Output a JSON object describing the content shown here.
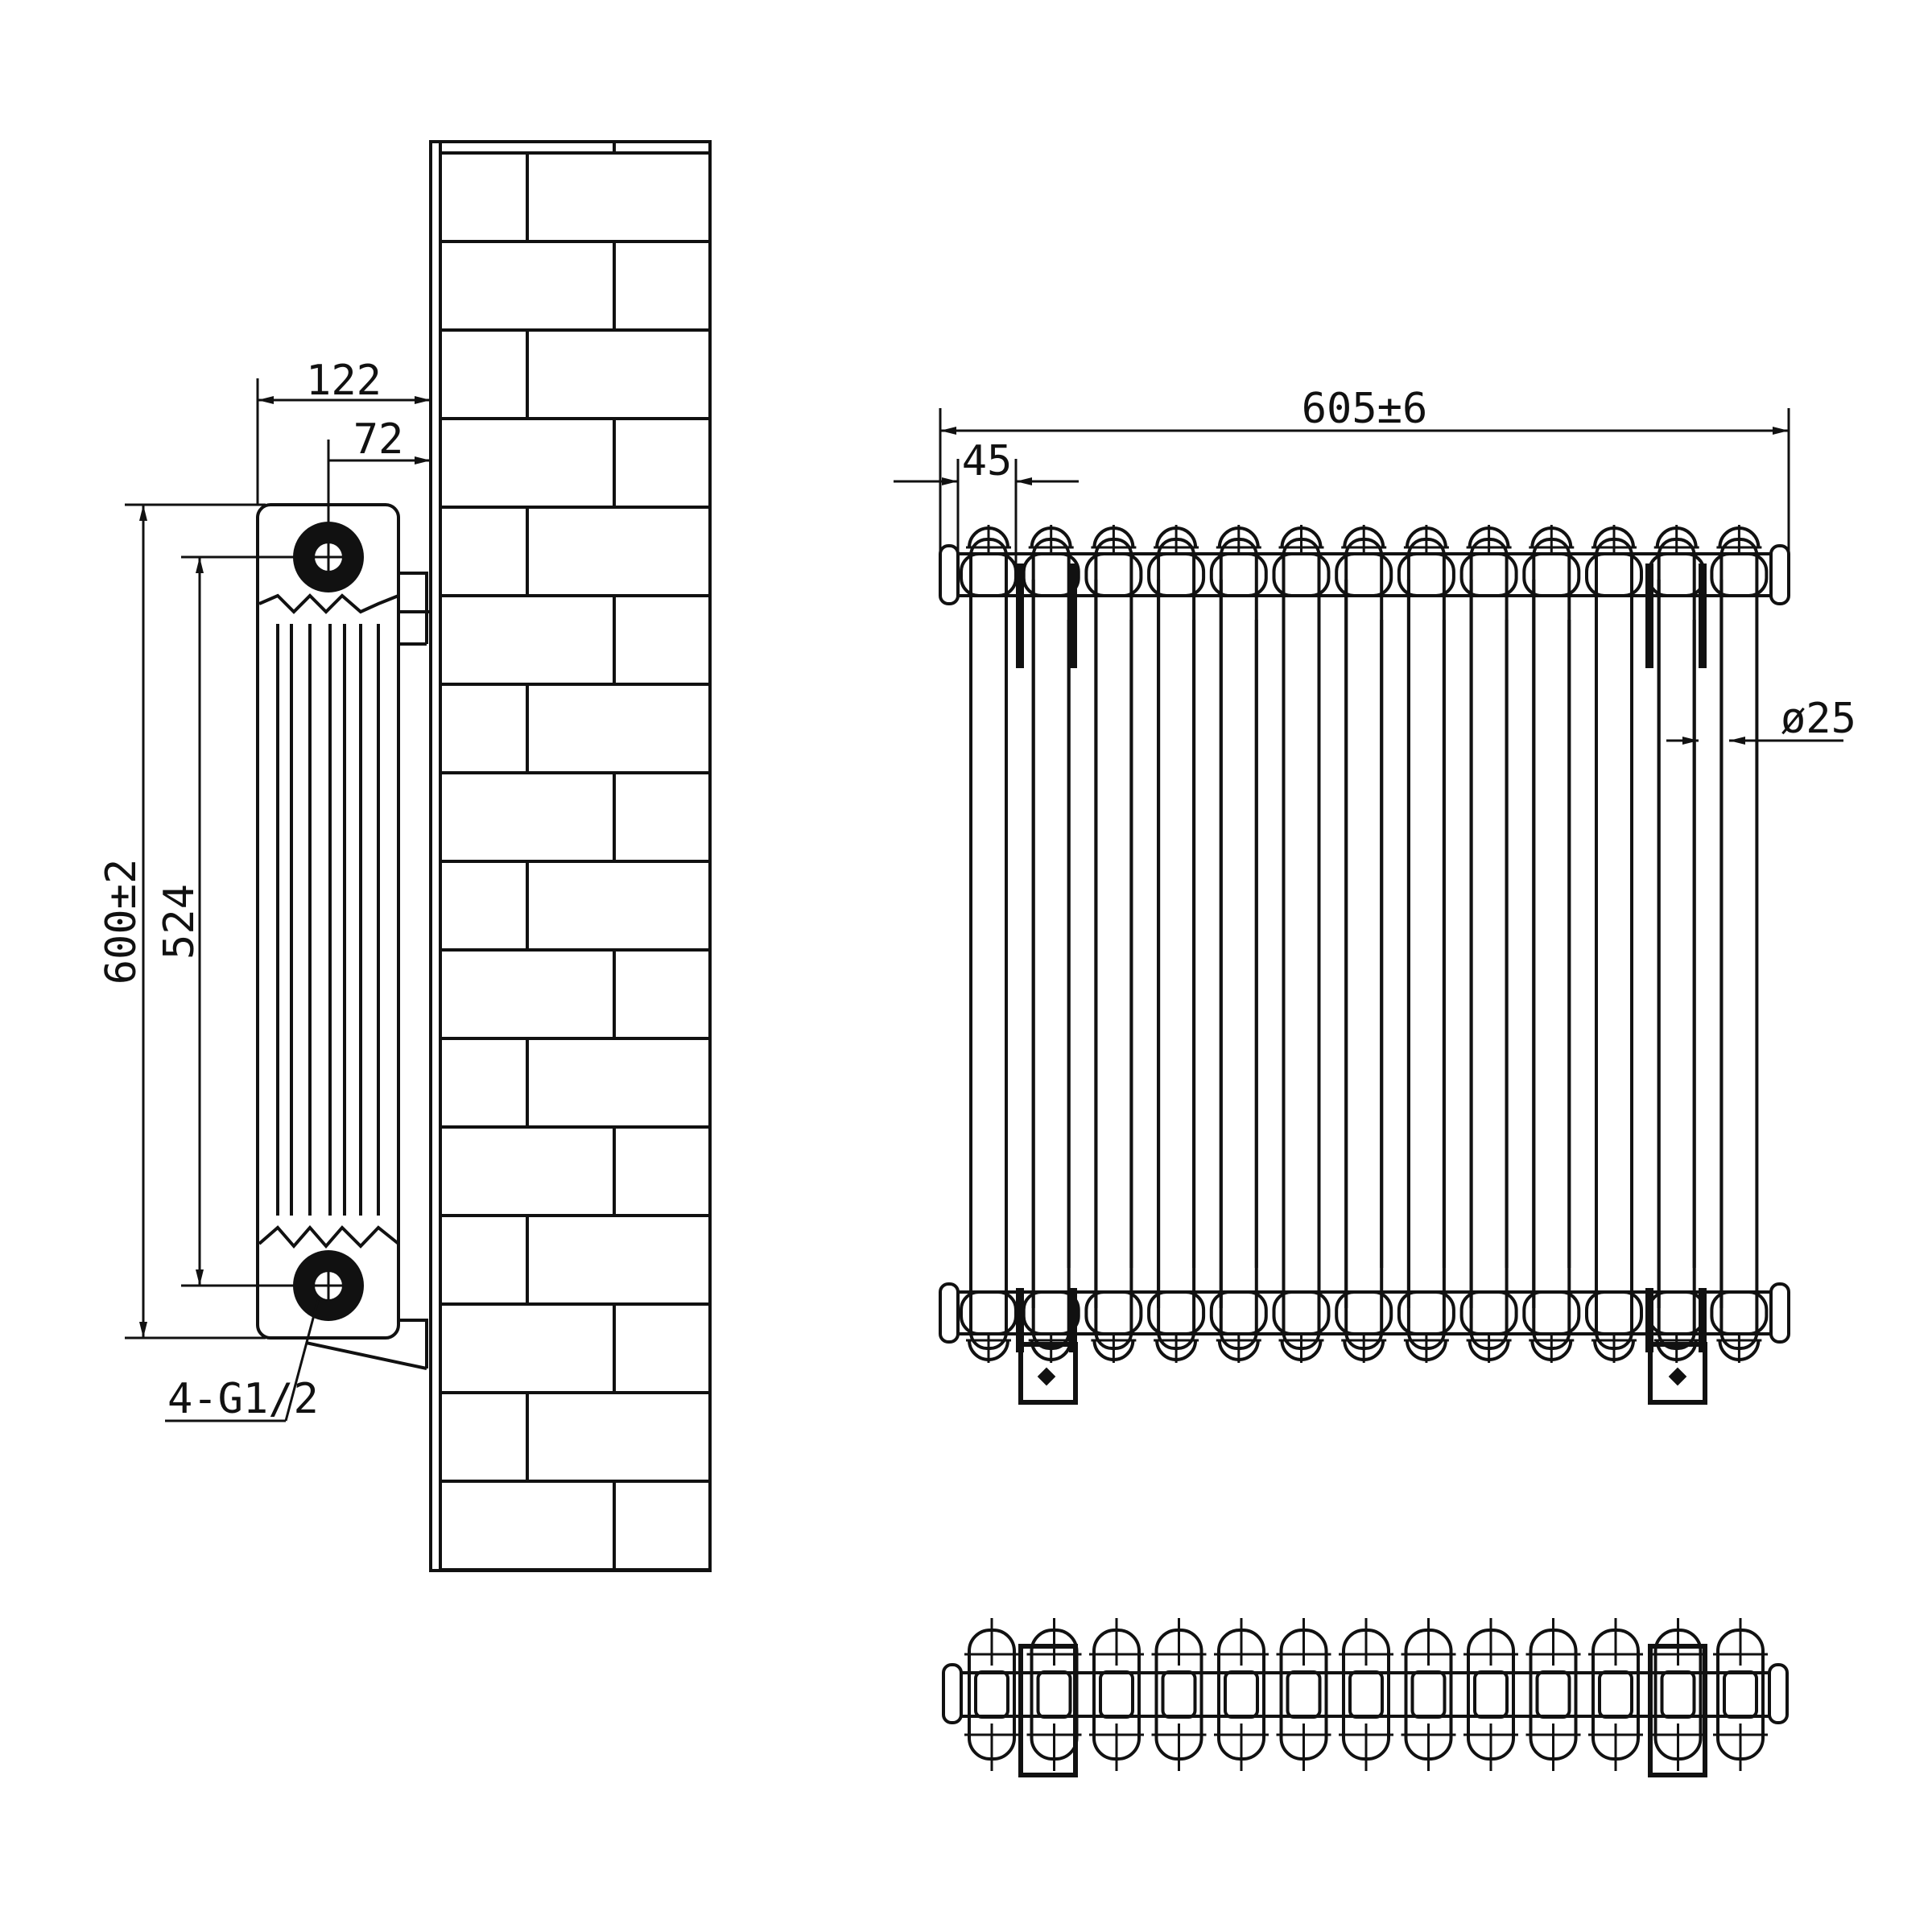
{
  "dimensions": {
    "depth_overall": "122",
    "depth_pipe_to_wall": "72",
    "height_overall": "600±2",
    "height_centers": "524",
    "connections": "4-G1/2",
    "length_overall": "605±6",
    "section_pitch": "45",
    "column_diameter": "ø25"
  },
  "front_view": {
    "sections": 13
  },
  "colors": {
    "line": "#111111",
    "background": "#ffffff"
  }
}
